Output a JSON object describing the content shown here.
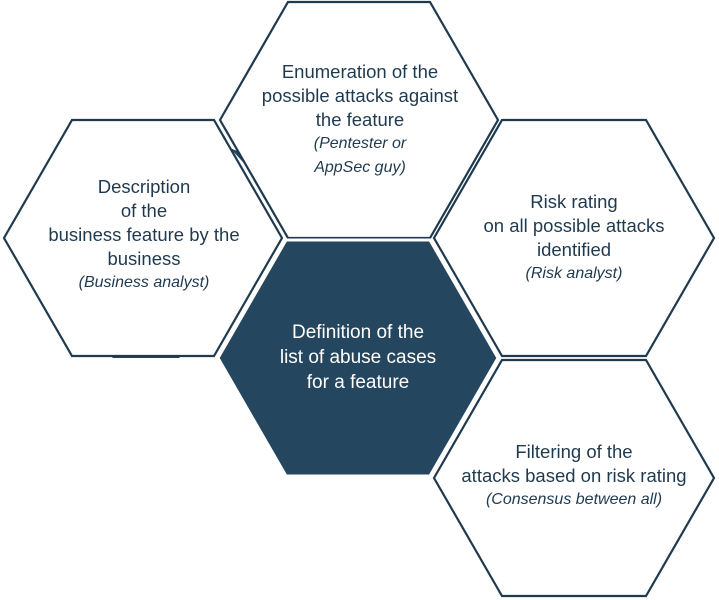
{
  "colors": {
    "dark": "#24465e",
    "outline": "#1f3a4f",
    "fill_light": "#ffffff",
    "text_dark": "#1f3a4f",
    "text_light": "#ffffff"
  },
  "hexagons": {
    "top": {
      "lines": [
        "Enumeration of the",
        "possible attacks against",
        "the feature"
      ],
      "role_lines": [
        "(Pentester or",
        "AppSec guy)"
      ]
    },
    "left": {
      "lines": [
        "Description",
        "of the",
        "business feature by the",
        "business"
      ],
      "role_lines": [
        "(Business analyst)"
      ]
    },
    "right": {
      "lines": [
        "Risk rating",
        "on all possible attacks",
        "identified"
      ],
      "role_lines": [
        "(Risk analyst)"
      ]
    },
    "center": {
      "lines": [
        "Definition of the",
        "list of abuse cases",
        "for a feature"
      ]
    },
    "bottom_right": {
      "lines": [
        "Filtering of the",
        "attacks based on risk rating"
      ],
      "role_lines": [
        "(Consensus between all)"
      ]
    }
  }
}
